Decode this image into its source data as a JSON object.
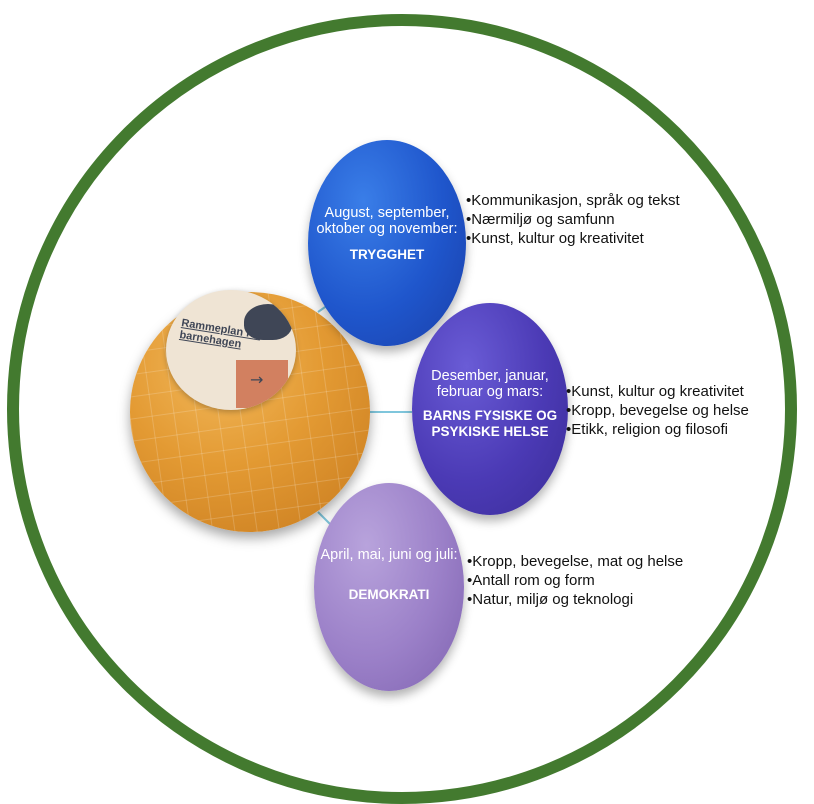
{
  "book": {
    "title": "Rammeplan for barnehagen"
  },
  "periods": [
    {
      "months": "August, september, oktober og november:",
      "theme": "TRYGGHET",
      "items": [
        "Kommunikasjon, språk og tekst",
        "Nærmiljø og samfunn",
        "Kunst, kultur og kreativitet"
      ]
    },
    {
      "months": "Desember, januar, februar og mars:",
      "theme": "BARNS FYSISKE OG PSYKISKE HELSE",
      "items": [
        "Kunst, kultur og kreativitet",
        "Kropp, bevegelse og helse",
        "Etikk, religion og filosofi"
      ]
    },
    {
      "months": "April, mai, juni og juli:",
      "theme": "DEMOKRATI",
      "items": [
        "Kropp, bevegelse, mat og helse",
        "Antall rom og form",
        "Natur, miljø og teknologi"
      ]
    }
  ],
  "colors": {
    "ring": "#437a2f",
    "center": "#e39a33",
    "oval_1": "#1f56cc",
    "oval_2": "#4b3ab5",
    "oval_3": "#9b80c8",
    "connector": "#7fc6dc"
  }
}
